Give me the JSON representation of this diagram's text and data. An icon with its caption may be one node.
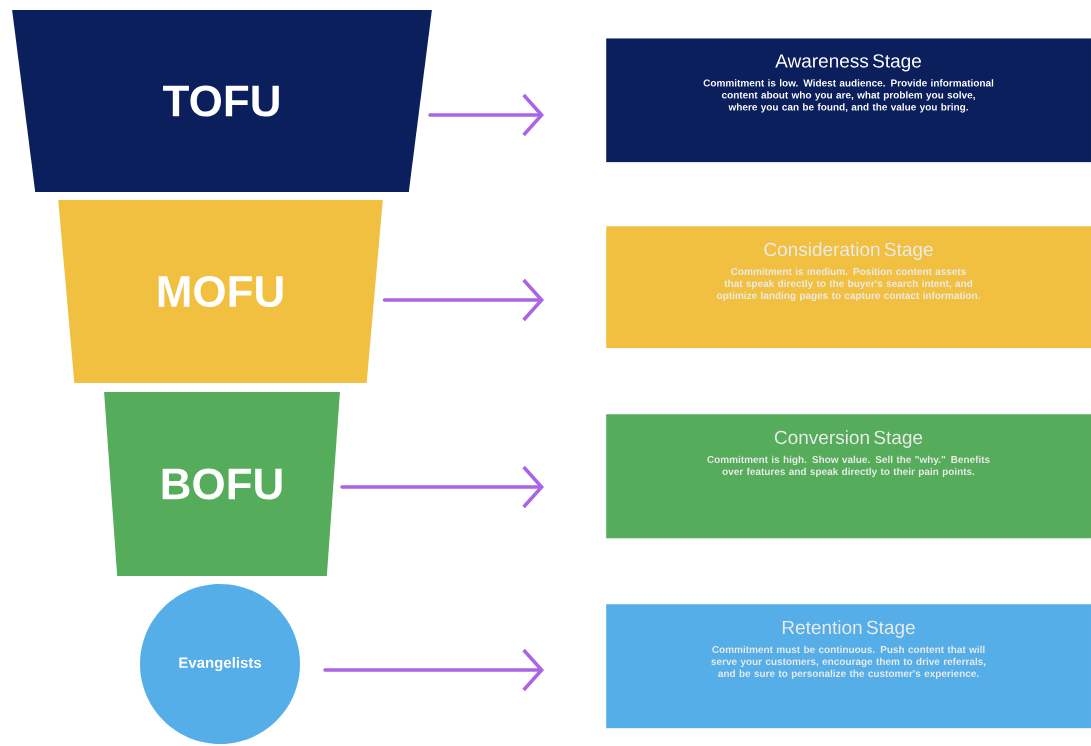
{
  "diagram": {
    "nodes": [
      {
        "text": [
          "TOFU"
        ]
      },
      {
        "text": [
          "MOFU"
        ]
      },
      {
        "text": [
          "BOFU"
        ]
      },
      {
        "text": [
          "Evangelists"
        ]
      },
      {
        "text": [
          "Awareness Stage",
          "Commitment is low. Widest audience. Provide informational content about who you are, what problem you solve, where you can be found, and the value you bring."
        ]
      },
      {
        "text": [
          "Consideration Stage",
          "Commitment is medium. Position content assets that speak directly to the buyer's search intent, and optimize landing pages to capture contact information."
        ]
      },
      {
        "text": [
          "Conversion Stage",
          "Commitment is high. Show value. Sell the \"why.\" Benefits over features and speak directly to their pain points."
        ]
      },
      {
        "text": [
          "Retention Stage",
          "Commitment must be continuous. Push content that will serve your customers, encourage them to drive referrals, and be sure to personalize the customer's experience."
        ]
      }
    ],
    "edges": [
      {
        "from": 0,
        "to": 4,
        "arrow": "to"
      },
      {
        "from": 1,
        "to": 5,
        "arrow": "to"
      },
      {
        "from": 2,
        "to": 6,
        "arrow": "to"
      },
      {
        "from": 3,
        "to": 7,
        "arrow": "to"
      }
    ]
  }
}
